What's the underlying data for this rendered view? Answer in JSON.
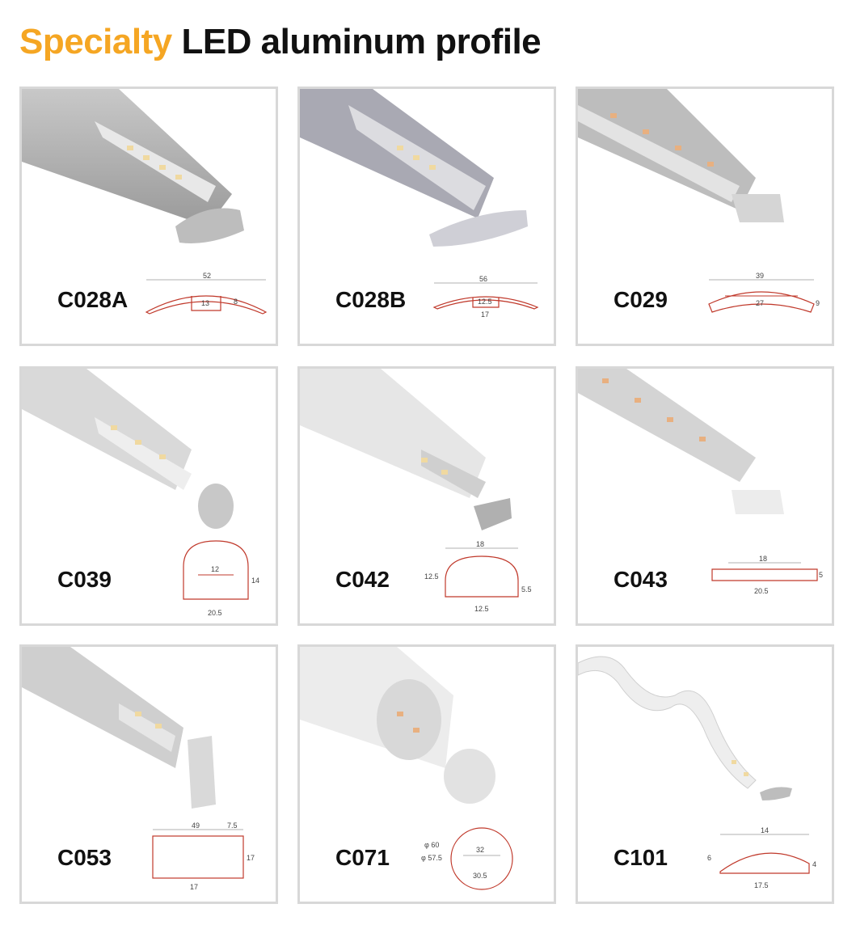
{
  "header": {
    "title_accent": "Specialty",
    "title_rest": "LED aluminum profile"
  },
  "profiles": [
    {
      "code": "C028A",
      "dims": [
        "52",
        "13",
        "8"
      ]
    },
    {
      "code": "C028B",
      "dims": [
        "56",
        "12.5",
        "17"
      ]
    },
    {
      "code": "C029",
      "dims": [
        "39",
        "27",
        "9"
      ]
    },
    {
      "code": "C039",
      "dims": [
        "12",
        "14",
        "20.5"
      ]
    },
    {
      "code": "C042",
      "dims": [
        "18",
        "12.5",
        "5.5",
        "12.5"
      ]
    },
    {
      "code": "C043",
      "dims": [
        "18",
        "5",
        "20.5"
      ]
    },
    {
      "code": "C053",
      "dims": [
        "49",
        "7.5",
        "17",
        "17"
      ]
    },
    {
      "code": "C071",
      "dims": [
        "φ 60",
        "φ 57.5",
        "32",
        "30.5"
      ]
    },
    {
      "code": "C101",
      "dims": [
        "14",
        "6",
        "4",
        "17.5"
      ]
    }
  ],
  "colors": {
    "accent": "#f5a623",
    "border": "#d8d8d8",
    "profile_outline": "#c0392b"
  }
}
